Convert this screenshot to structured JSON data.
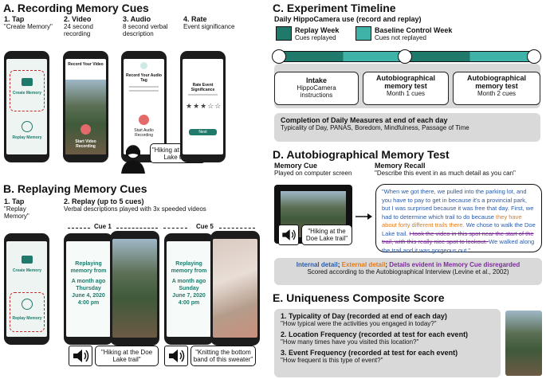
{
  "sectionA": {
    "title": "A. Recording Memory Cues",
    "steps": [
      {
        "num": "1. Tap",
        "desc": "\"Create Memory\""
      },
      {
        "num": "2. Video",
        "desc": "24 second recording"
      },
      {
        "num": "3. Audio",
        "desc": "8 second verbal description"
      },
      {
        "num": "4. Rate",
        "desc": "Event significance"
      }
    ],
    "phone1": {
      "create": "Create Memory",
      "replay": "Replay Memory"
    },
    "phone2": {
      "title": "Record Your Video",
      "recording": "Start Video Recording"
    },
    "phone3": {
      "title": "Record Your Audio Tag",
      "btn": "Start Audio Recording"
    },
    "phone4": {
      "title": "Rate Event Significance",
      "btn": "Next"
    },
    "quote": "\"Hiking at the Doe Lake trail\""
  },
  "sectionB": {
    "title": "B. Replaying Memory Cues",
    "step1": {
      "num": "1. Tap",
      "desc": "\"Replay Memory\""
    },
    "step2": {
      "num": "2. Replay (up to 5 cues)",
      "desc": "Verbal descriptions played with 3x speeded videos"
    },
    "cue1": "Cue 1",
    "cue5": "Cue 5",
    "replay1": {
      "line1": "Replaying memory from",
      "line2": "A month ago",
      "line3": "Thursday",
      "line4": "June 4, 2020",
      "line5": "4:00 pm"
    },
    "replay5": {
      "line1": "Replaying memory from",
      "line2": "A month ago",
      "line3": "Sunday",
      "line4": "June 7, 2020",
      "line5": "4:00 pm"
    },
    "quote1": "\"Hiking at the Doe Lake trail\"",
    "quote5": "\"Knitting the bottom band of this sweater\""
  },
  "sectionC": {
    "title": "C. Experiment Timeline",
    "subtitle": "Daily HippoCamera use (record and replay)",
    "legend": [
      {
        "label": "Replay Week",
        "sub": "Cues replayed",
        "color": "#1f7a6c"
      },
      {
        "label": "Baseline Control Week",
        "sub": "Cues not replayed",
        "color": "#3fb3a8"
      }
    ],
    "boxes": [
      {
        "title": "Intake",
        "sub": "HippoCamera instructions"
      },
      {
        "title": "Autobiographical memory test",
        "sub": "Month 1 cues"
      },
      {
        "title": "Autobiographical memory test",
        "sub": "Month 2 cues"
      }
    ],
    "daily": {
      "title": "Completion of Daily Measures at end of each day",
      "sub": "Typicality of Day, PANAS, Boredom, Mindfulness, Passage of Time"
    }
  },
  "sectionD": {
    "title": "D. Autobiographical Memory Test",
    "cueTitle": "Memory Cue",
    "cueSub": "Played on computer screen",
    "recallTitle": "Memory Recall",
    "recallSub": "\"Describe this event in as much detail as you can\"",
    "quote": "\"Hiking at the Doe Lake trail\"",
    "recall": [
      {
        "t": "\"When we got there, we pulled into the parking lot, and you have to pay to get in because it's a provincial park, but I was surprised because it was free that day. First, we had to determine which trail to do because ",
        "c": "int"
      },
      {
        "t": "they have about forty different trails there. ",
        "c": "ext"
      },
      {
        "t": "We chose to walk the Doe Lake trail. ",
        "c": "int"
      },
      {
        "t": "I took the video in this spot near the start of the trail, with this really nice spot to lookout. ",
        "c": "dis"
      },
      {
        "t": "We walked along the trail and it was gorgeous out.\"",
        "c": "int"
      }
    ],
    "legend": {
      "internal": "Internal detail",
      "external": "External detail",
      "disregard": "Details evident in Memory Cue disregarded",
      "sep": "; ",
      "scored": "Scored according to the Autobiographical Interview (Levine et al., 2002)"
    }
  },
  "sectionE": {
    "title": "E. Uniqueness Composite Score",
    "items": [
      {
        "title": "1. Typicality of Day (recorded at end of each day)",
        "q": "\"How typical were the activities you engaged in today?\""
      },
      {
        "title": "2. Location Frequency (recorded at test for each event)",
        "q": "\"How many times have you visited this location?\""
      },
      {
        "title": "3. Event Frequency (recorded at test for each event)",
        "q": "\"How frequent is this type of event?\""
      }
    ]
  },
  "colors": {
    "teal": "#1f7a6c",
    "lightTeal": "#3fb3a8",
    "internal": "#2a5aa8",
    "external": "#e07b1c",
    "disregard": "#7a2d99",
    "dashRed": "#c42b2b"
  }
}
